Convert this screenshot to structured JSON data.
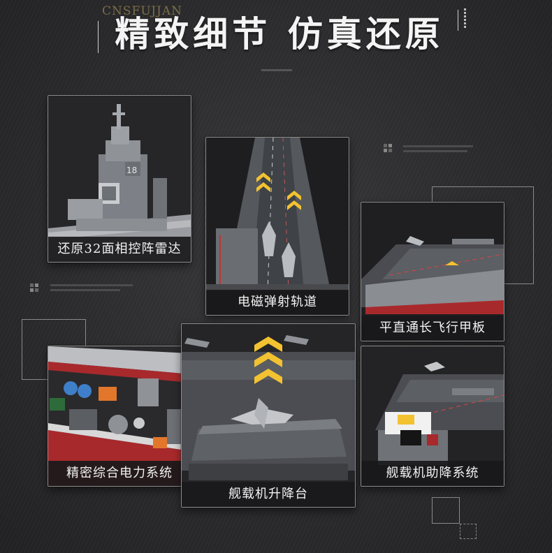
{
  "header": {
    "brand": "CNSFUJJAN",
    "title": "精致细节 仿真还原"
  },
  "panels": [
    {
      "id": "radar",
      "label": "还原32面相控阵雷达",
      "image_icon": "radar-tower-icon"
    },
    {
      "id": "catapult",
      "label": "电磁弹射轨道",
      "image_icon": "catapult-deck-icon"
    },
    {
      "id": "flight-deck",
      "label": "平直通长飞行甲板",
      "image_icon": "flight-deck-icon"
    },
    {
      "id": "power",
      "label": "精密综合电力系统",
      "image_icon": "power-system-icon"
    },
    {
      "id": "elevator",
      "label": "舰载机升降台",
      "image_icon": "aircraft-elevator-icon"
    },
    {
      "id": "landing",
      "label": "舰载机助降系统",
      "image_icon": "landing-aid-icon"
    }
  ],
  "colors": {
    "background": "#2c2c2e",
    "frame_border": "#8e8e8e",
    "label_bg": "#19191b",
    "label_text": "#f2f2f2",
    "hull_grey": "#8c8f95",
    "deck_dark": "#4a4c51",
    "chevron_yellow": "#f2c230",
    "hull_red": "#a8282b"
  }
}
